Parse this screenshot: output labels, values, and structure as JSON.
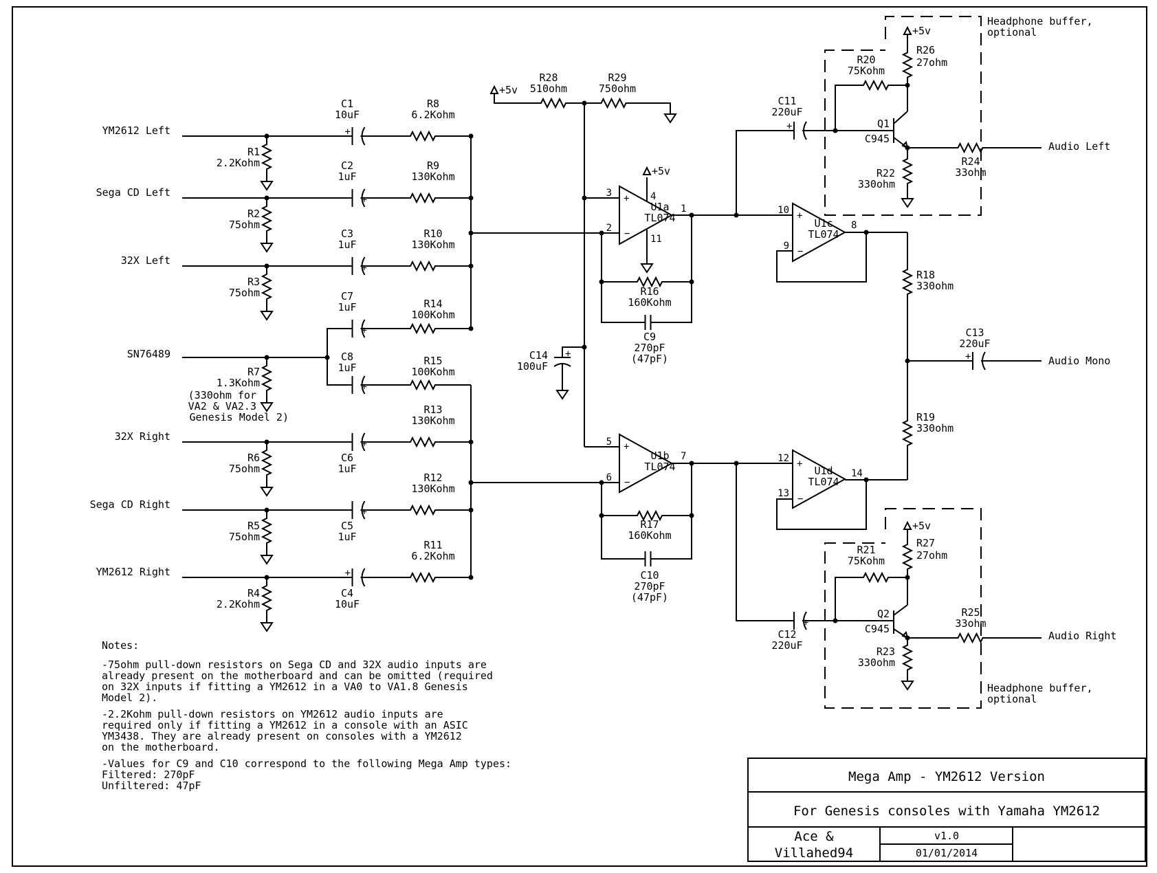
{
  "inputs": {
    "ym2612_left": "YM2612 Left",
    "segacd_left": "Sega CD Left",
    "x32_left": "32X Left",
    "sn76489": "SN76489",
    "x32_right": "32X Right",
    "segacd_right": "Sega CD Right",
    "ym2612_right": "YM2612 Right"
  },
  "outputs": {
    "audio_left": "Audio Left",
    "audio_mono": "Audio Mono",
    "audio_right": "Audio Right"
  },
  "power": {
    "vcc": "+5v"
  },
  "components": {
    "R1": {
      "ref": "R1",
      "value": "2.2Kohm"
    },
    "R2": {
      "ref": "R2",
      "value": "75ohm"
    },
    "R3": {
      "ref": "R3",
      "value": "75ohm"
    },
    "R4": {
      "ref": "R4",
      "value": "2.2Kohm"
    },
    "R5": {
      "ref": "R5",
      "value": "75ohm"
    },
    "R6": {
      "ref": "R6",
      "value": "75ohm"
    },
    "R7": {
      "ref": "R7",
      "value": "1.3Kohm",
      "note1": "(330ohm for",
      "note2": "VA2 & VA2.3",
      "note3": "Genesis Model 2)"
    },
    "R8": {
      "ref": "R8",
      "value": "6.2Kohm"
    },
    "R9": {
      "ref": "R9",
      "value": "130Kohm"
    },
    "R10": {
      "ref": "R10",
      "value": "130Kohm"
    },
    "R11": {
      "ref": "R11",
      "value": "6.2Kohm"
    },
    "R12": {
      "ref": "R12",
      "value": "130Kohm"
    },
    "R13": {
      "ref": "R13",
      "value": "130Kohm"
    },
    "R14": {
      "ref": "R14",
      "value": "100Kohm"
    },
    "R15": {
      "ref": "R15",
      "value": "100Kohm"
    },
    "R16": {
      "ref": "R16",
      "value": "160Kohm"
    },
    "R17": {
      "ref": "R17",
      "value": "160Kohm"
    },
    "R18": {
      "ref": "R18",
      "value": "330ohm"
    },
    "R19": {
      "ref": "R19",
      "value": "330ohm"
    },
    "R20": {
      "ref": "R20",
      "value": "75Kohm"
    },
    "R21": {
      "ref": "R21",
      "value": "75Kohm"
    },
    "R22": {
      "ref": "R22",
      "value": "330ohm"
    },
    "R23": {
      "ref": "R23",
      "value": "330ohm"
    },
    "R24": {
      "ref": "R24",
      "value": "33ohm"
    },
    "R25": {
      "ref": "R25",
      "value": "33ohm"
    },
    "R26": {
      "ref": "R26",
      "value": "27ohm"
    },
    "R27": {
      "ref": "R27",
      "value": "27ohm"
    },
    "R28": {
      "ref": "R28",
      "value": "510ohm"
    },
    "R29": {
      "ref": "R29",
      "value": "750ohm"
    },
    "C1": {
      "ref": "C1",
      "value": "10uF"
    },
    "C2": {
      "ref": "C2",
      "value": "1uF"
    },
    "C3": {
      "ref": "C3",
      "value": "1uF"
    },
    "C4": {
      "ref": "C4",
      "value": "10uF"
    },
    "C5": {
      "ref": "C5",
      "value": "1uF"
    },
    "C6": {
      "ref": "C6",
      "value": "1uF"
    },
    "C7": {
      "ref": "C7",
      "value": "1uF"
    },
    "C8": {
      "ref": "C8",
      "value": "1uF"
    },
    "C9": {
      "ref": "C9",
      "value": "270pF",
      "alt": "(47pF)"
    },
    "C10": {
      "ref": "C10",
      "value": "270pF",
      "alt": "(47pF)"
    },
    "C11": {
      "ref": "C11",
      "value": "220uF"
    },
    "C12": {
      "ref": "C12",
      "value": "220uF"
    },
    "C13": {
      "ref": "C13",
      "value": "220uF"
    },
    "C14": {
      "ref": "C14",
      "value": "100uF"
    },
    "Q1": {
      "ref": "Q1",
      "value": "C945"
    },
    "Q2": {
      "ref": "Q2",
      "value": "C945"
    },
    "U1a": {
      "ref": "U1a",
      "value": "TL074"
    },
    "U1b": {
      "ref": "U1b",
      "value": "TL074"
    },
    "U1c": {
      "ref": "U1c",
      "value": "TL074"
    },
    "U1d": {
      "ref": "U1d",
      "value": "TL074"
    }
  },
  "pins": {
    "u1a_in_p": "3",
    "u1a_in_n": "2",
    "u1a_out": "1",
    "u1a_vcc": "4",
    "u1a_gnd": "11",
    "u1b_in_p": "5",
    "u1b_in_n": "6",
    "u1b_out": "7",
    "u1c_in_p": "10",
    "u1c_in_n": "9",
    "u1c_out": "8",
    "u1d_in_p": "12",
    "u1d_in_n": "13",
    "u1d_out": "14",
    "plus": "+",
    "minus": "−"
  },
  "buffer_box": {
    "label_line1": "Headphone buffer,",
    "label_line2": "optional"
  },
  "notes": {
    "heading": "Notes:",
    "lines": [
      "-75ohm pull-down resistors on Sega CD and 32X audio inputs are",
      " already present on the motherboard and can be omitted (required",
      " on 32X inputs if fitting a YM2612 in a VA0 to VA1.8 Genesis",
      " Model 2).",
      "-2.2Kohm pull-down resistors on YM2612 audio inputs are",
      " required only if fitting a YM2612 in a console with an ASIC",
      " YM3438.  They are already present on consoles with a YM2612",
      " on the motherboard.",
      "-Values for C9 and C10 correspond to the following Mega Amp types:",
      "      Filtered: 270pF",
      "      Unfiltered: 47pF"
    ]
  },
  "title_block": {
    "title": "Mega Amp - YM2612 Version",
    "subtitle": "For Genesis consoles with Yamaha YM2612",
    "author_line1": "Ace &",
    "author_line2": "Villahed94",
    "version": "v1.0",
    "date": "01/01/2014"
  }
}
